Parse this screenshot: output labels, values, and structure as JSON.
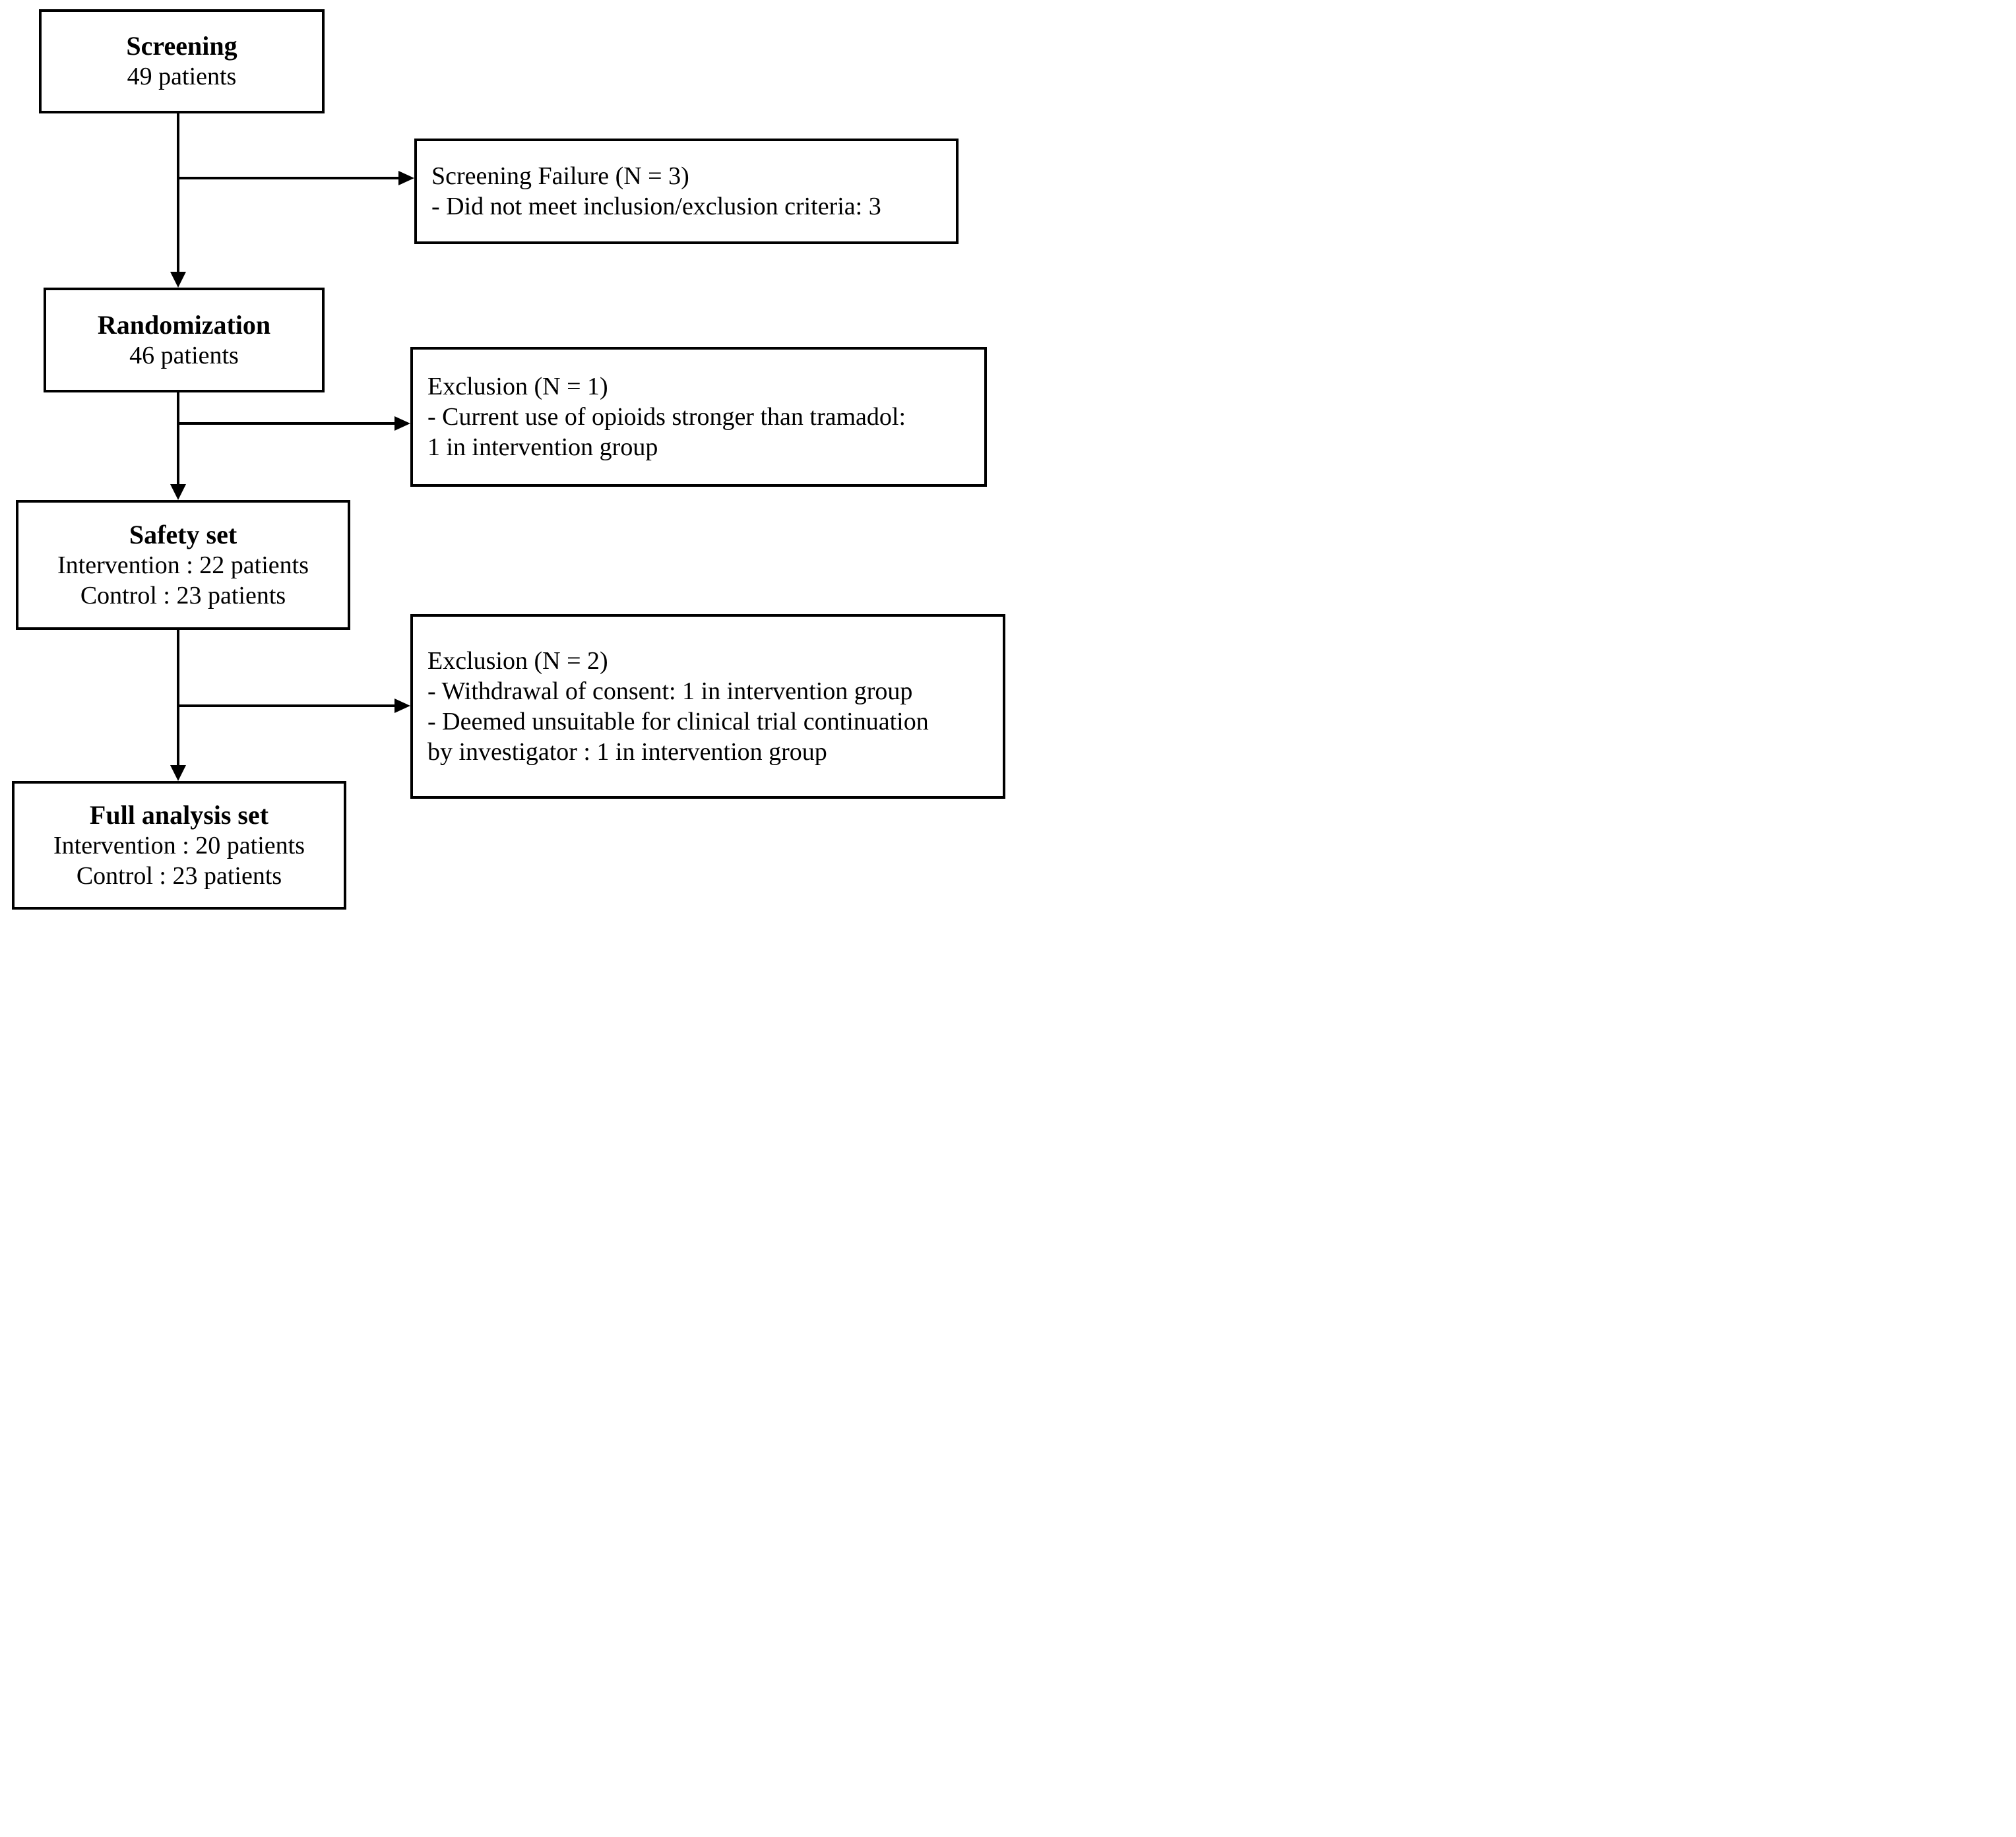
{
  "diagram": {
    "type": "consort-patient-flow",
    "colors": {
      "background": "#ffffff",
      "line": "#000000",
      "text": "#000000"
    },
    "flow_boxes": [
      {
        "title": "Screening",
        "lines": [
          "49 patients"
        ]
      },
      {
        "title": "Randomization",
        "lines": [
          "46 patients"
        ]
      },
      {
        "title": "Safety set",
        "lines": [
          "Intervention : 22 patients",
          "Control : 23 patients"
        ]
      },
      {
        "title": "Full analysis set",
        "lines": [
          "Intervention : 20 patients",
          "Control : 23 patients"
        ]
      }
    ],
    "side_boxes": [
      {
        "lines": [
          "Screening Failure (N = 3)",
          "- Did not meet inclusion/exclusion criteria: 3"
        ]
      },
      {
        "lines": [
          "Exclusion (N = 1)",
          "- Current use of opioids stronger than tramadol:",
          "1 in intervention group"
        ]
      },
      {
        "lines": [
          "Exclusion (N = 2)",
          "- Withdrawal of consent: 1 in intervention group",
          "- Deemed unsuitable for clinical trial continuation",
          "by investigator : 1 in intervention group"
        ]
      }
    ]
  }
}
